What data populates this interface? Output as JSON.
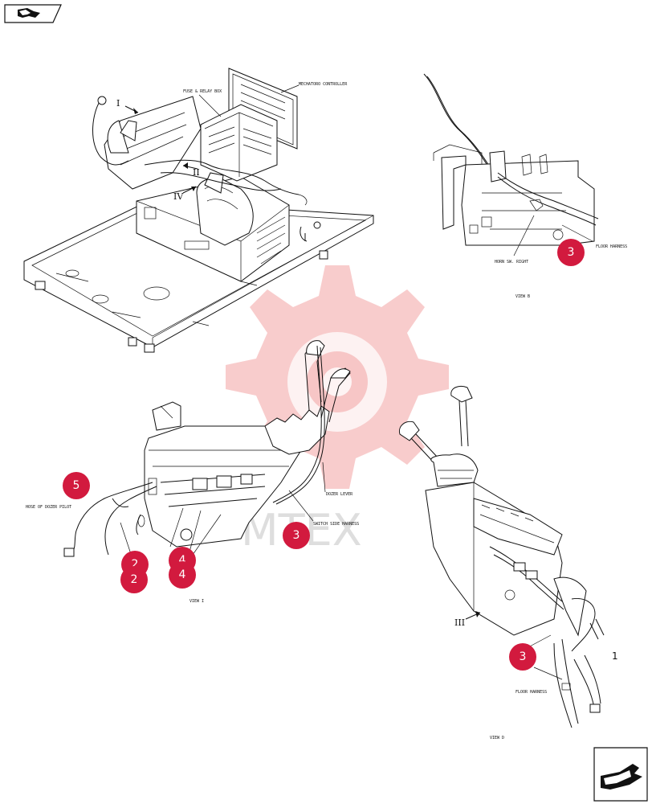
{
  "labels": {
    "fuse_relay_box": "FUSE & RELAY BOX",
    "mechatoro_controller": "MECHATORO CONTROLLER",
    "horn_sw_right": "HORN SW. RIGHT",
    "floor_harness_b": "FLOOR HARNESS",
    "hose_dozer_pilot": "HOSE OF DOZER PILOT",
    "dozer_lever": "DOZER LEVER",
    "switch_side_harness": "SWITCH SIDE HARNESS",
    "floor_harness_d": "FLOOR HARNESS",
    "view_b": "VIEW B",
    "view_i": "VIEW I",
    "view_d": "VIEW D"
  },
  "roman_markers": {
    "i": "I",
    "ii": "II",
    "iii": "III",
    "iv": "IV"
  },
  "callouts": {
    "c5": "5",
    "c2a": "2",
    "c2b": "2",
    "c4a": "4",
    "c4b": "4",
    "c3_view_i": "3",
    "c3_view_b": "3",
    "c3_view_d": "3"
  },
  "side_mark": "1",
  "watermark": "MTEX",
  "colors": {
    "callout": "#d21a3e",
    "watermark": "#f2a3a3"
  },
  "icons": {
    "top_left": "book-arrow-icon",
    "bottom_right": "next-page-arrow-icon"
  }
}
